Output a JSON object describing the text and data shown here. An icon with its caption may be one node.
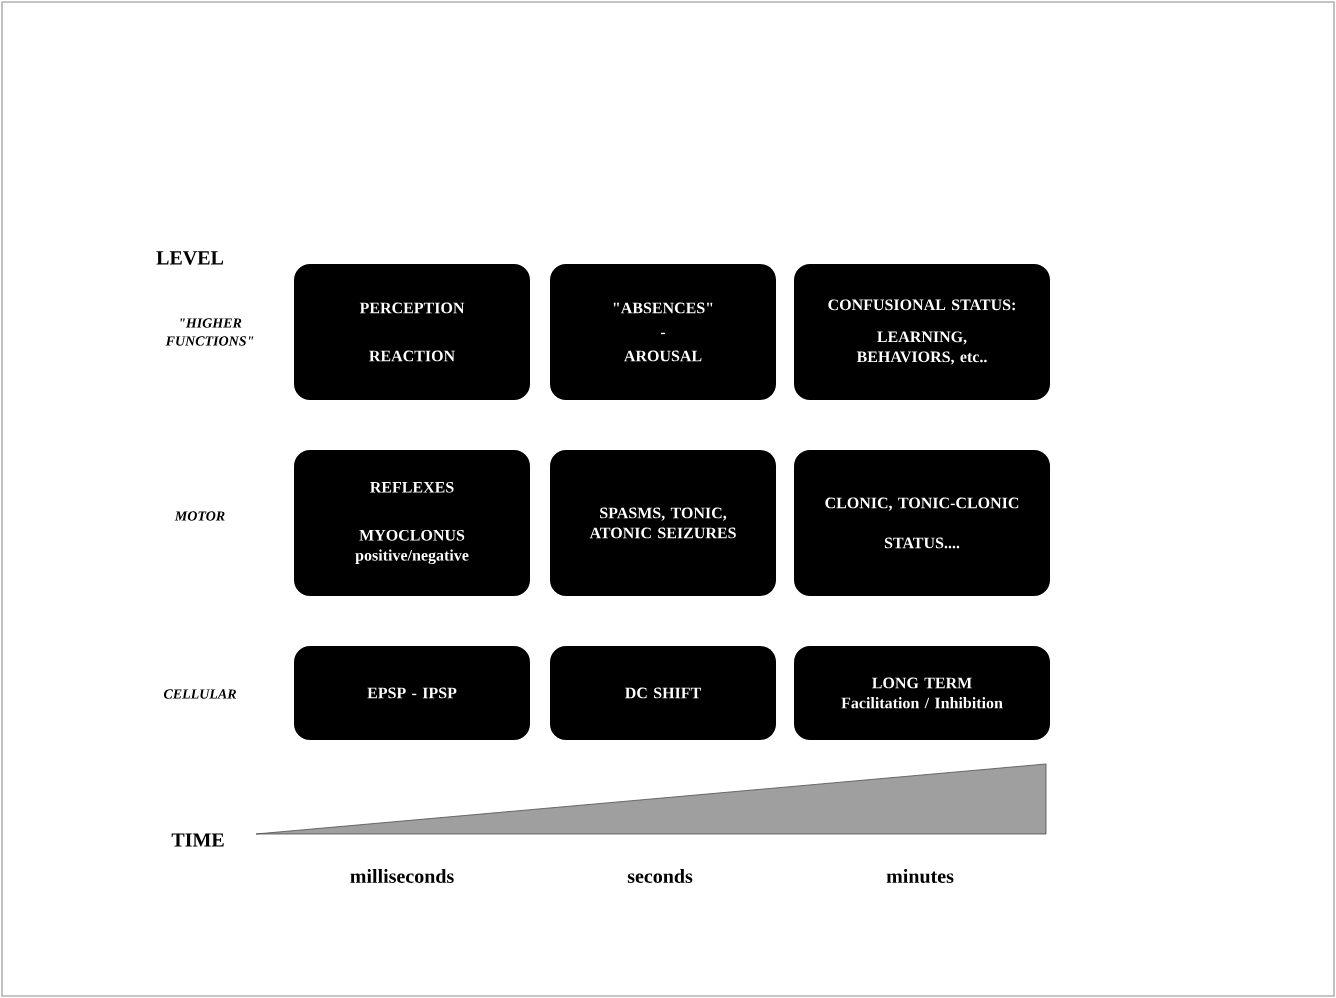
{
  "diagram": {
    "nodes": [
      {
        "text": [
          "PERCEPTION",
          "REACTION"
        ]
      },
      {
        "text": [
          "\"ABSENCES\"",
          "-",
          "AROUSAL"
        ]
      },
      {
        "text": [
          "CONFUSIONAL STATUS:",
          "LEARNING, BEHAVIORS, etc.."
        ]
      },
      {
        "text": [
          "REFLEXES",
          "MYOCLONUS positive/negative"
        ]
      },
      {
        "text": [
          "SPASMS, TONIC, ATONIC SEIZURES"
        ]
      },
      {
        "text": [
          "CLONIC, TONIC-CLONIC",
          "STATUS...."
        ]
      },
      {
        "text": [
          "EPSP - IPSP"
        ]
      },
      {
        "text": [
          "DC SHIFT"
        ]
      },
      {
        "text": [
          "LONG TERM Facilitation / Inhibition"
        ]
      }
    ],
    "labels": [
      "LEVEL",
      "\"HIGHER FUNCTIONS\"",
      "MOTOR",
      "CELLULAR",
      "TIME",
      "milliseconds",
      "seconds",
      "minutes"
    ]
  }
}
